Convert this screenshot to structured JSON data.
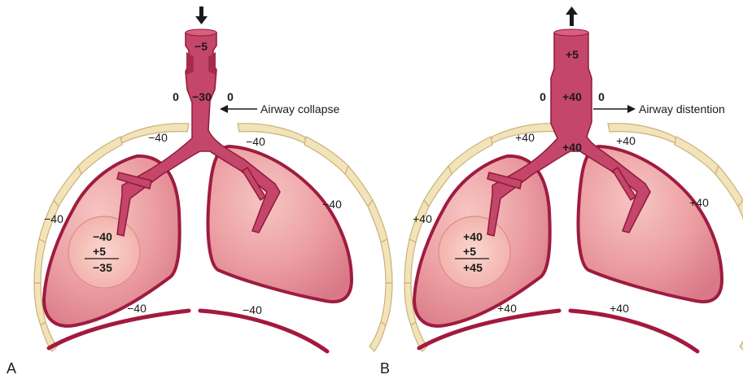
{
  "panel_a": {
    "letter": "A",
    "trachea_top": "−5",
    "airway_left": "0",
    "airway_mid": "−30",
    "airway_right": "0",
    "annotation": "Airway collapse",
    "pleural_top_left": "−40",
    "pleural_top_right": "−40",
    "pleural_left": "−40",
    "pleural_right": "−40",
    "alv_line1": "−40",
    "alv_line2": "+5",
    "alv_line3": "−35",
    "dia_left": "−40",
    "dia_right": "−40"
  },
  "panel_b": {
    "letter": "B",
    "trachea_top": "+5",
    "airway_left": "0",
    "airway_mid": "+40",
    "airway_right": "0",
    "annotation": "Airway distention",
    "bronchus_label": "+40",
    "pleural_top_left": "+40",
    "pleural_top_right": "+40",
    "pleural_left": "+40",
    "pleural_right": "+40",
    "alv_line1": "+40",
    "alv_line2": "+5",
    "alv_line3": "+45",
    "dia_left": "+40",
    "dia_right": "+40"
  },
  "colors": {
    "lung_fill": "#e79aa0",
    "lung_stroke": "#9e1c3f",
    "airway": "#c4466b",
    "rib": "#f3e3b8"
  }
}
